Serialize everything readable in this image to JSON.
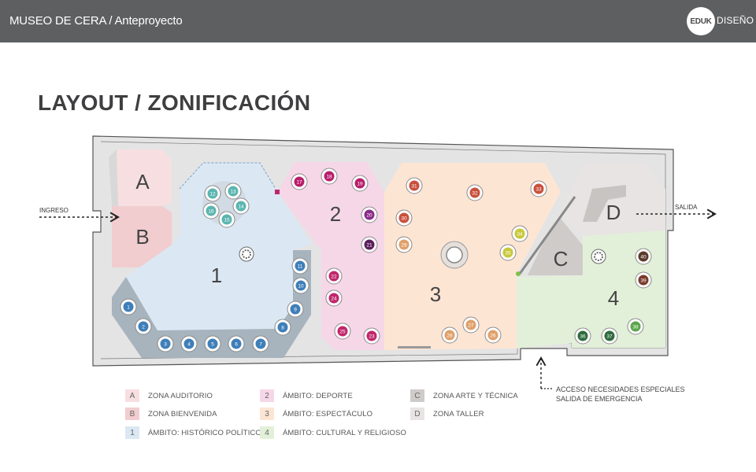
{
  "header": {
    "title": "MUSEO DE CERA / Anteproyecto",
    "logo_mark": "EDUK",
    "logo_text": "DISEÑO"
  },
  "page_title": "LAYOUT / ZONIFICACIÓN",
  "colors": {
    "header_bg": "#5e5f61",
    "wall": "#e4e4e4",
    "wall_stroke": "#555555",
    "zone_a": "#f7dfe1",
    "zone_b": "#f1cdd0",
    "zone_c": "#cfcbc9",
    "zone_d": "#e7e4e3",
    "zone_1": "#dbe8f4",
    "zone_1_band": "#a7b3bd",
    "zone_2": "#f6d7e8",
    "zone_3": "#fde5d4",
    "zone_4": "#e3f0d9"
  },
  "plan": {
    "entrance_label": "INGRESO",
    "exit_label": "SALIDA",
    "zones": [
      {
        "id": "A",
        "label": "A"
      },
      {
        "id": "B",
        "label": "B"
      },
      {
        "id": "C",
        "label": "C"
      },
      {
        "id": "D",
        "label": "D"
      },
      {
        "id": "1",
        "label": "1"
      },
      {
        "id": "2",
        "label": "2"
      },
      {
        "id": "3",
        "label": "3"
      },
      {
        "id": "4",
        "label": "4"
      }
    ],
    "exhibits": [
      {
        "n": "1",
        "zone": "1"
      },
      {
        "n": "2",
        "zone": "1"
      },
      {
        "n": "3",
        "zone": "1"
      },
      {
        "n": "4",
        "zone": "1"
      },
      {
        "n": "5",
        "zone": "1"
      },
      {
        "n": "6",
        "zone": "1"
      },
      {
        "n": "7",
        "zone": "1"
      },
      {
        "n": "8",
        "zone": "1"
      },
      {
        "n": "9",
        "zone": "1"
      },
      {
        "n": "10",
        "zone": "1"
      },
      {
        "n": "11",
        "zone": "1"
      },
      {
        "n": "12",
        "zone": "1"
      },
      {
        "n": "13",
        "zone": "1"
      },
      {
        "n": "14",
        "zone": "1"
      },
      {
        "n": "15",
        "zone": "1"
      },
      {
        "n": "16",
        "zone": "1"
      },
      {
        "n": "17",
        "zone": "2"
      },
      {
        "n": "18",
        "zone": "2"
      },
      {
        "n": "19",
        "zone": "2"
      },
      {
        "n": "20",
        "zone": "2"
      },
      {
        "n": "21",
        "zone": "2"
      },
      {
        "n": "22",
        "zone": "2"
      },
      {
        "n": "23",
        "zone": "2"
      },
      {
        "n": "24",
        "zone": "2"
      },
      {
        "n": "25",
        "zone": "2"
      },
      {
        "n": "26",
        "zone": "3"
      },
      {
        "n": "27",
        "zone": "3"
      },
      {
        "n": "28",
        "zone": "3"
      },
      {
        "n": "29",
        "zone": "3"
      },
      {
        "n": "30",
        "zone": "3"
      },
      {
        "n": "31",
        "zone": "3"
      },
      {
        "n": "32",
        "zone": "3"
      },
      {
        "n": "33",
        "zone": "3"
      },
      {
        "n": "34",
        "zone": "4"
      },
      {
        "n": "35",
        "zone": "4"
      },
      {
        "n": "36",
        "zone": "4"
      },
      {
        "n": "37",
        "zone": "4"
      },
      {
        "n": "38",
        "zone": "4"
      },
      {
        "n": "39",
        "zone": "4"
      },
      {
        "n": "40",
        "zone": "4"
      }
    ]
  },
  "legend": [
    {
      "key": "A",
      "label": "ZONA AUDITORIO",
      "color": "#f7dfe1"
    },
    {
      "key": "B",
      "label": "ZONA BIENVENIDA",
      "color": "#f1cdd0"
    },
    {
      "key": "1",
      "label": "ÁMBITO: HISTÓRICO POLÍTICO",
      "color": "#dbe8f4"
    },
    {
      "key": "2",
      "label": "ÁMBITO:  DEPORTE",
      "color": "#f6d7e8"
    },
    {
      "key": "3",
      "label": "ÁMBITO: ESPECTÁCULO",
      "color": "#fde5d4"
    },
    {
      "key": "4",
      "label": "ÁMBITO: CULTURAL Y RELIGIOSO",
      "color": "#e3f0d9"
    },
    {
      "key": "C",
      "label": "ZONA ARTE Y TÉCNICA",
      "color": "#cfcbc9"
    },
    {
      "key": "D",
      "label": "ZONA TALLER",
      "color": "#e7e4e3"
    }
  ],
  "access_note": {
    "line1": "ACCESO NECESIDADES ESPECIALES",
    "line2": "SALIDA DE EMERGENCIA"
  }
}
